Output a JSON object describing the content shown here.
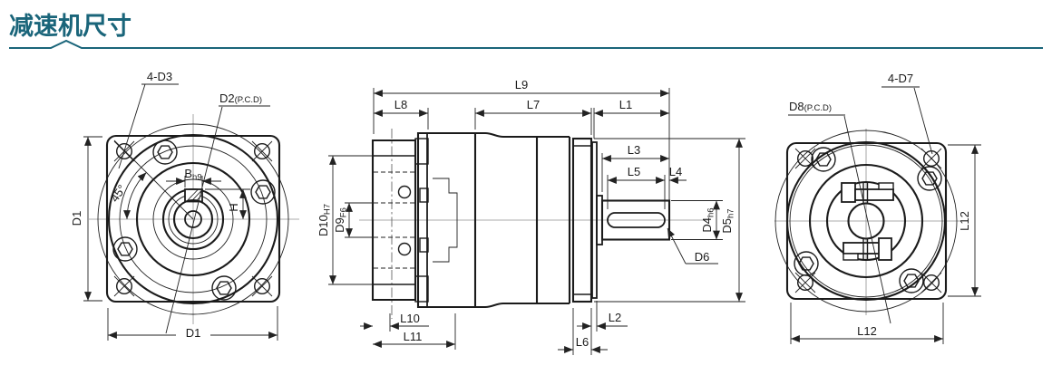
{
  "header": {
    "title": "减速机尺寸",
    "accent_color": "#1a657a"
  },
  "views": {
    "front": {
      "labels": {
        "holes": "4-D3",
        "pcd_main": "D2",
        "pcd_sub": "(P.C.D)",
        "keyway_width_main": "B",
        "keyway_width_sub": "h9",
        "keyway_height": "H",
        "angle": "45°",
        "width": "D1",
        "height": "D1"
      }
    },
    "side": {
      "labels": {
        "l9": "L9",
        "l8": "L8",
        "l7": "L7",
        "l1": "L1",
        "l3": "L3",
        "l5": "L5",
        "l4": "L4",
        "l10": "L10",
        "l11": "L11",
        "l2": "L2",
        "l6": "L6",
        "d10_main": "D10",
        "d10_sub": "H7",
        "d9_main": "D9",
        "d9_sub": "F6",
        "d4_main": "D4",
        "d4_sub": "h6",
        "d5_main": "D5",
        "d5_sub": "h7",
        "d6": "D6"
      }
    },
    "rear": {
      "labels": {
        "holes": "4-D7",
        "pcd_main": "D8",
        "pcd_sub": "(P.C.D)",
        "width": "L12",
        "height": "L12"
      }
    }
  }
}
